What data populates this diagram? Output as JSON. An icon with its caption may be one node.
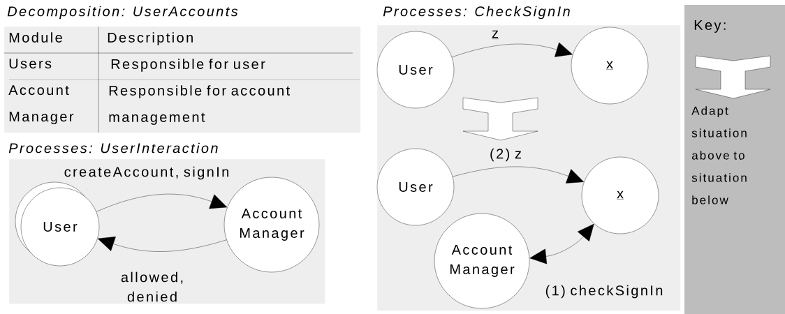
{
  "diagram": {
    "nodes": [
      {
        "text": [
          "Decomposition: UserAccounts"
        ]
      },
      {
        "text": [
          "Processes: UserInteraction"
        ]
      },
      {
        "text": [
          "User"
        ],
        "in": 1
      },
      {
        "text": [
          "Account Manager"
        ],
        "in": 1
      },
      {
        "text": [
          "Processes: CheckSignIn"
        ]
      },
      {
        "text": [
          "User"
        ],
        "in": 4
      },
      {
        "text": [
          "x"
        ],
        "in": 4
      },
      {
        "text": [
          "User"
        ],
        "in": 4
      },
      {
        "text": [
          "x"
        ],
        "in": 4
      },
      {
        "text": [
          "Account Manager"
        ],
        "in": 4
      }
    ],
    "edges": [
      {
        "from": 2,
        "to": 3,
        "arrow": "to",
        "label": "createAccount, signIn"
      },
      {
        "from": 3,
        "to": 2,
        "arrow": "to",
        "label": "allowed, denied"
      },
      {
        "from": 5,
        "to": 6,
        "arrow": "to",
        "label": "z"
      },
      {
        "from": 7,
        "to": 8,
        "arrow": "to",
        "label": "(2) z"
      },
      {
        "from": 9,
        "to": 8,
        "arrow": "both",
        "label": "(1) checkSignIn"
      }
    ],
    "labels": [
      "Module",
      "Description",
      "Users",
      "Responsible for user",
      "Account Manager",
      "Responsible for account management",
      "Key:"
    ],
    "legend": [
      {
        "text": "Adapt situation above to situation below"
      }
    ]
  }
}
